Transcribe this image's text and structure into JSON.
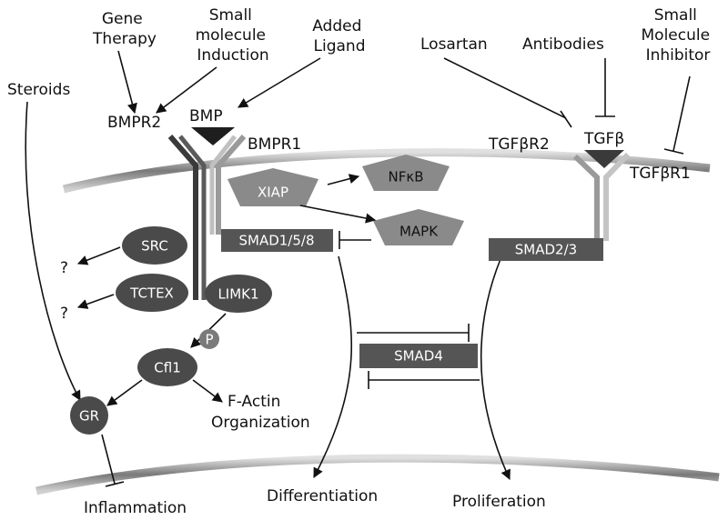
{
  "interventions": {
    "gene_therapy": [
      "Gene",
      "Therapy"
    ],
    "small_molecule_induction": [
      "Small",
      "molecule",
      "Induction"
    ],
    "added_ligand": [
      "Added",
      "Ligand"
    ],
    "steroids": "Steroids",
    "losartan": "Losartan",
    "antibodies": "Antibodies",
    "small_molecule_inhibitor": [
      "Small",
      "Molecule",
      "Inhibitor"
    ]
  },
  "receptors": {
    "bmpr2": "BMPR2",
    "bmp": "BMP",
    "bmpr1": "BMPR1",
    "tgfbr2": "TGFβR2",
    "tgfb": "TGFβ",
    "tgfbr1": "TGFβR1"
  },
  "nodes": {
    "xiap": "XIAP",
    "nfkb": "NFκB",
    "mapk": "MAPK",
    "smad158": "SMAD1/5/8",
    "smad23": "SMAD2/3",
    "smad4": "SMAD4",
    "src": "SRC",
    "tctex": "TCTEX",
    "limk1": "LIMK1",
    "p": "P",
    "cfl1": "Cfl1",
    "gr": "GR",
    "unknown1": "?",
    "unknown2": "?"
  },
  "outcomes": {
    "factin": [
      "F-Actin",
      "Organization"
    ],
    "inflammation": "Inflammation",
    "differentiation": "Differentiation",
    "proliferation": "Proliferation"
  },
  "colors": {
    "node_dark": "#4a4a4a",
    "node_mid": "#8a8a8a",
    "membrane": "#6f6f6f",
    "membrane_light": "#c8c8c8"
  }
}
